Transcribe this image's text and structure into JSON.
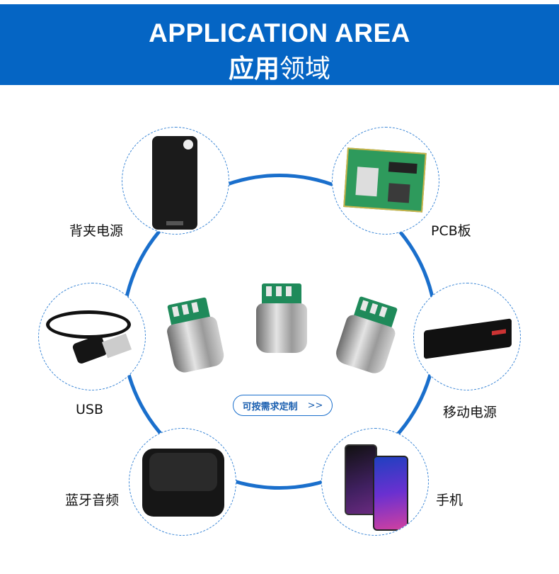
{
  "header": {
    "title_en": "APPLICATION AREA",
    "title_cn_bold": "应用",
    "title_cn_light": "领域",
    "bg_color": "#0565c4"
  },
  "applications": [
    {
      "label": "背夹电源",
      "icon": "phone-battery-case-icon"
    },
    {
      "label": "PCB板",
      "icon": "pcb-board-icon"
    },
    {
      "label": "USB",
      "icon": "usb-cable-icon"
    },
    {
      "label": "移动电源",
      "icon": "power-bank-icon"
    },
    {
      "label": "蓝牙音频",
      "icon": "bluetooth-audio-icon"
    },
    {
      "label": "手机",
      "icon": "smartphone-icon"
    }
  ],
  "custom_button": {
    "label": "可按需求定制",
    "arrow": ">>"
  },
  "accent_color": "#1a6fcc"
}
